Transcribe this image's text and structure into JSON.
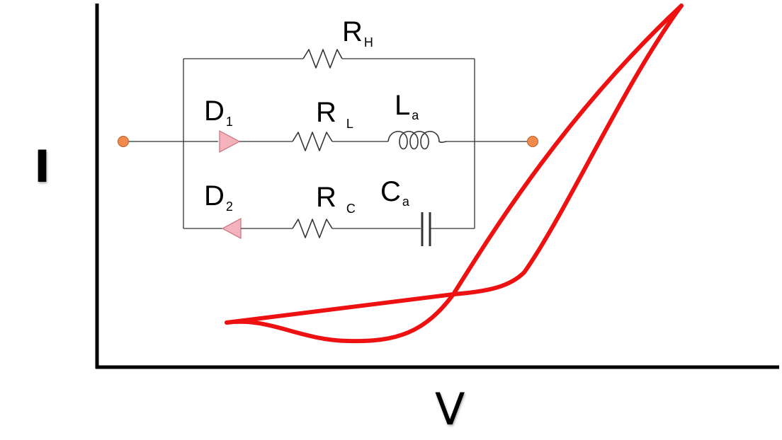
{
  "axes": {
    "x_label": "V",
    "y_label": "I"
  },
  "circuit": {
    "components": [
      {
        "id": "RH",
        "main": "R",
        "sub": "H"
      },
      {
        "id": "D1",
        "main": "D",
        "sub": "1"
      },
      {
        "id": "RL",
        "main": "R",
        "sub": "L"
      },
      {
        "id": "La",
        "main": "L",
        "sub": "a"
      },
      {
        "id": "D2",
        "main": "D",
        "sub": "2"
      },
      {
        "id": "RC",
        "main": "R",
        "sub": "C"
      },
      {
        "id": "Ca",
        "main": "C",
        "sub": "a"
      }
    ]
  },
  "colors": {
    "curve": "#ee1111",
    "axis": "#000000",
    "diode_fill": "#f4b2bc",
    "terminal_fill": "#f0894a"
  }
}
